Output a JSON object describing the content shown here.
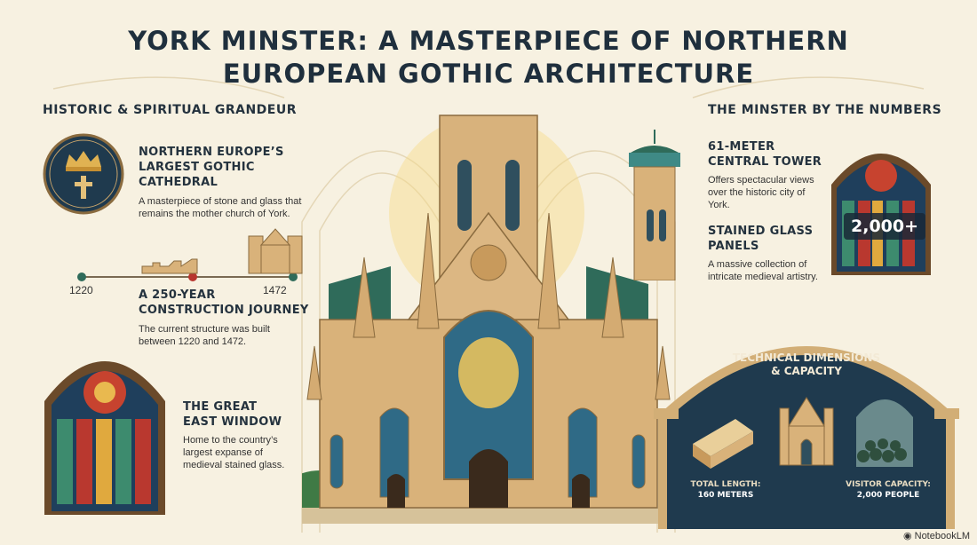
{
  "title": {
    "line1": "YORK MINSTER: A MASTERPIECE OF NORTHERN",
    "line2": "EUROPEAN GOTHIC ARCHITECTURE"
  },
  "left": {
    "heading": "HISTORIC & SPIRITUAL GRANDEUR",
    "items": [
      {
        "title1": "NORTHERN EUROPE’S",
        "title2": "LARGEST GOTHIC CATHEDRAL",
        "desc1": "A masterpiece of stone and glass that",
        "desc2": "remains the mother church of York."
      },
      {
        "title1": "A 250-YEAR",
        "title2": "CONSTRUCTION JOURNEY",
        "desc1": "The current structure was built",
        "desc2": "between 1220 and 1472."
      },
      {
        "title1": "THE GREAT",
        "title2": "EAST WINDOW",
        "desc1": "Home to the country’s",
        "desc2": "largest expanse of",
        "desc3": "medieval stained glass."
      }
    ],
    "timeline": {
      "start": "1220",
      "end": "1472"
    }
  },
  "right": {
    "heading": "THE MINSTER BY THE NUMBERS",
    "items": [
      {
        "title1": "61-METER",
        "title2": "CENTRAL TOWER",
        "desc1": "Offers spectacular views",
        "desc2": "over the historic city of",
        "desc3": "York."
      },
      {
        "title1": "STAINED GLASS",
        "title2": "PANELS",
        "desc1": "A massive collection of",
        "desc2": "intricate medieval artistry."
      }
    ],
    "badge": "2,000+"
  },
  "technical": {
    "heading1": "TECHNICAL DIMENSIONS",
    "heading2": "& CAPACITY",
    "length_label": "TOTAL LENGTH:",
    "length_value": "160 METERS",
    "capacity_label": "VISITOR CAPACITY:",
    "capacity_value": "2,000 PEOPLE"
  },
  "watermark": "NotebookLM",
  "colors": {
    "background": "#f7f1e1",
    "stone": "#d9b27a",
    "roof": "#2f6b5a",
    "navy": "#1f3a4e",
    "text": "#23303b"
  }
}
